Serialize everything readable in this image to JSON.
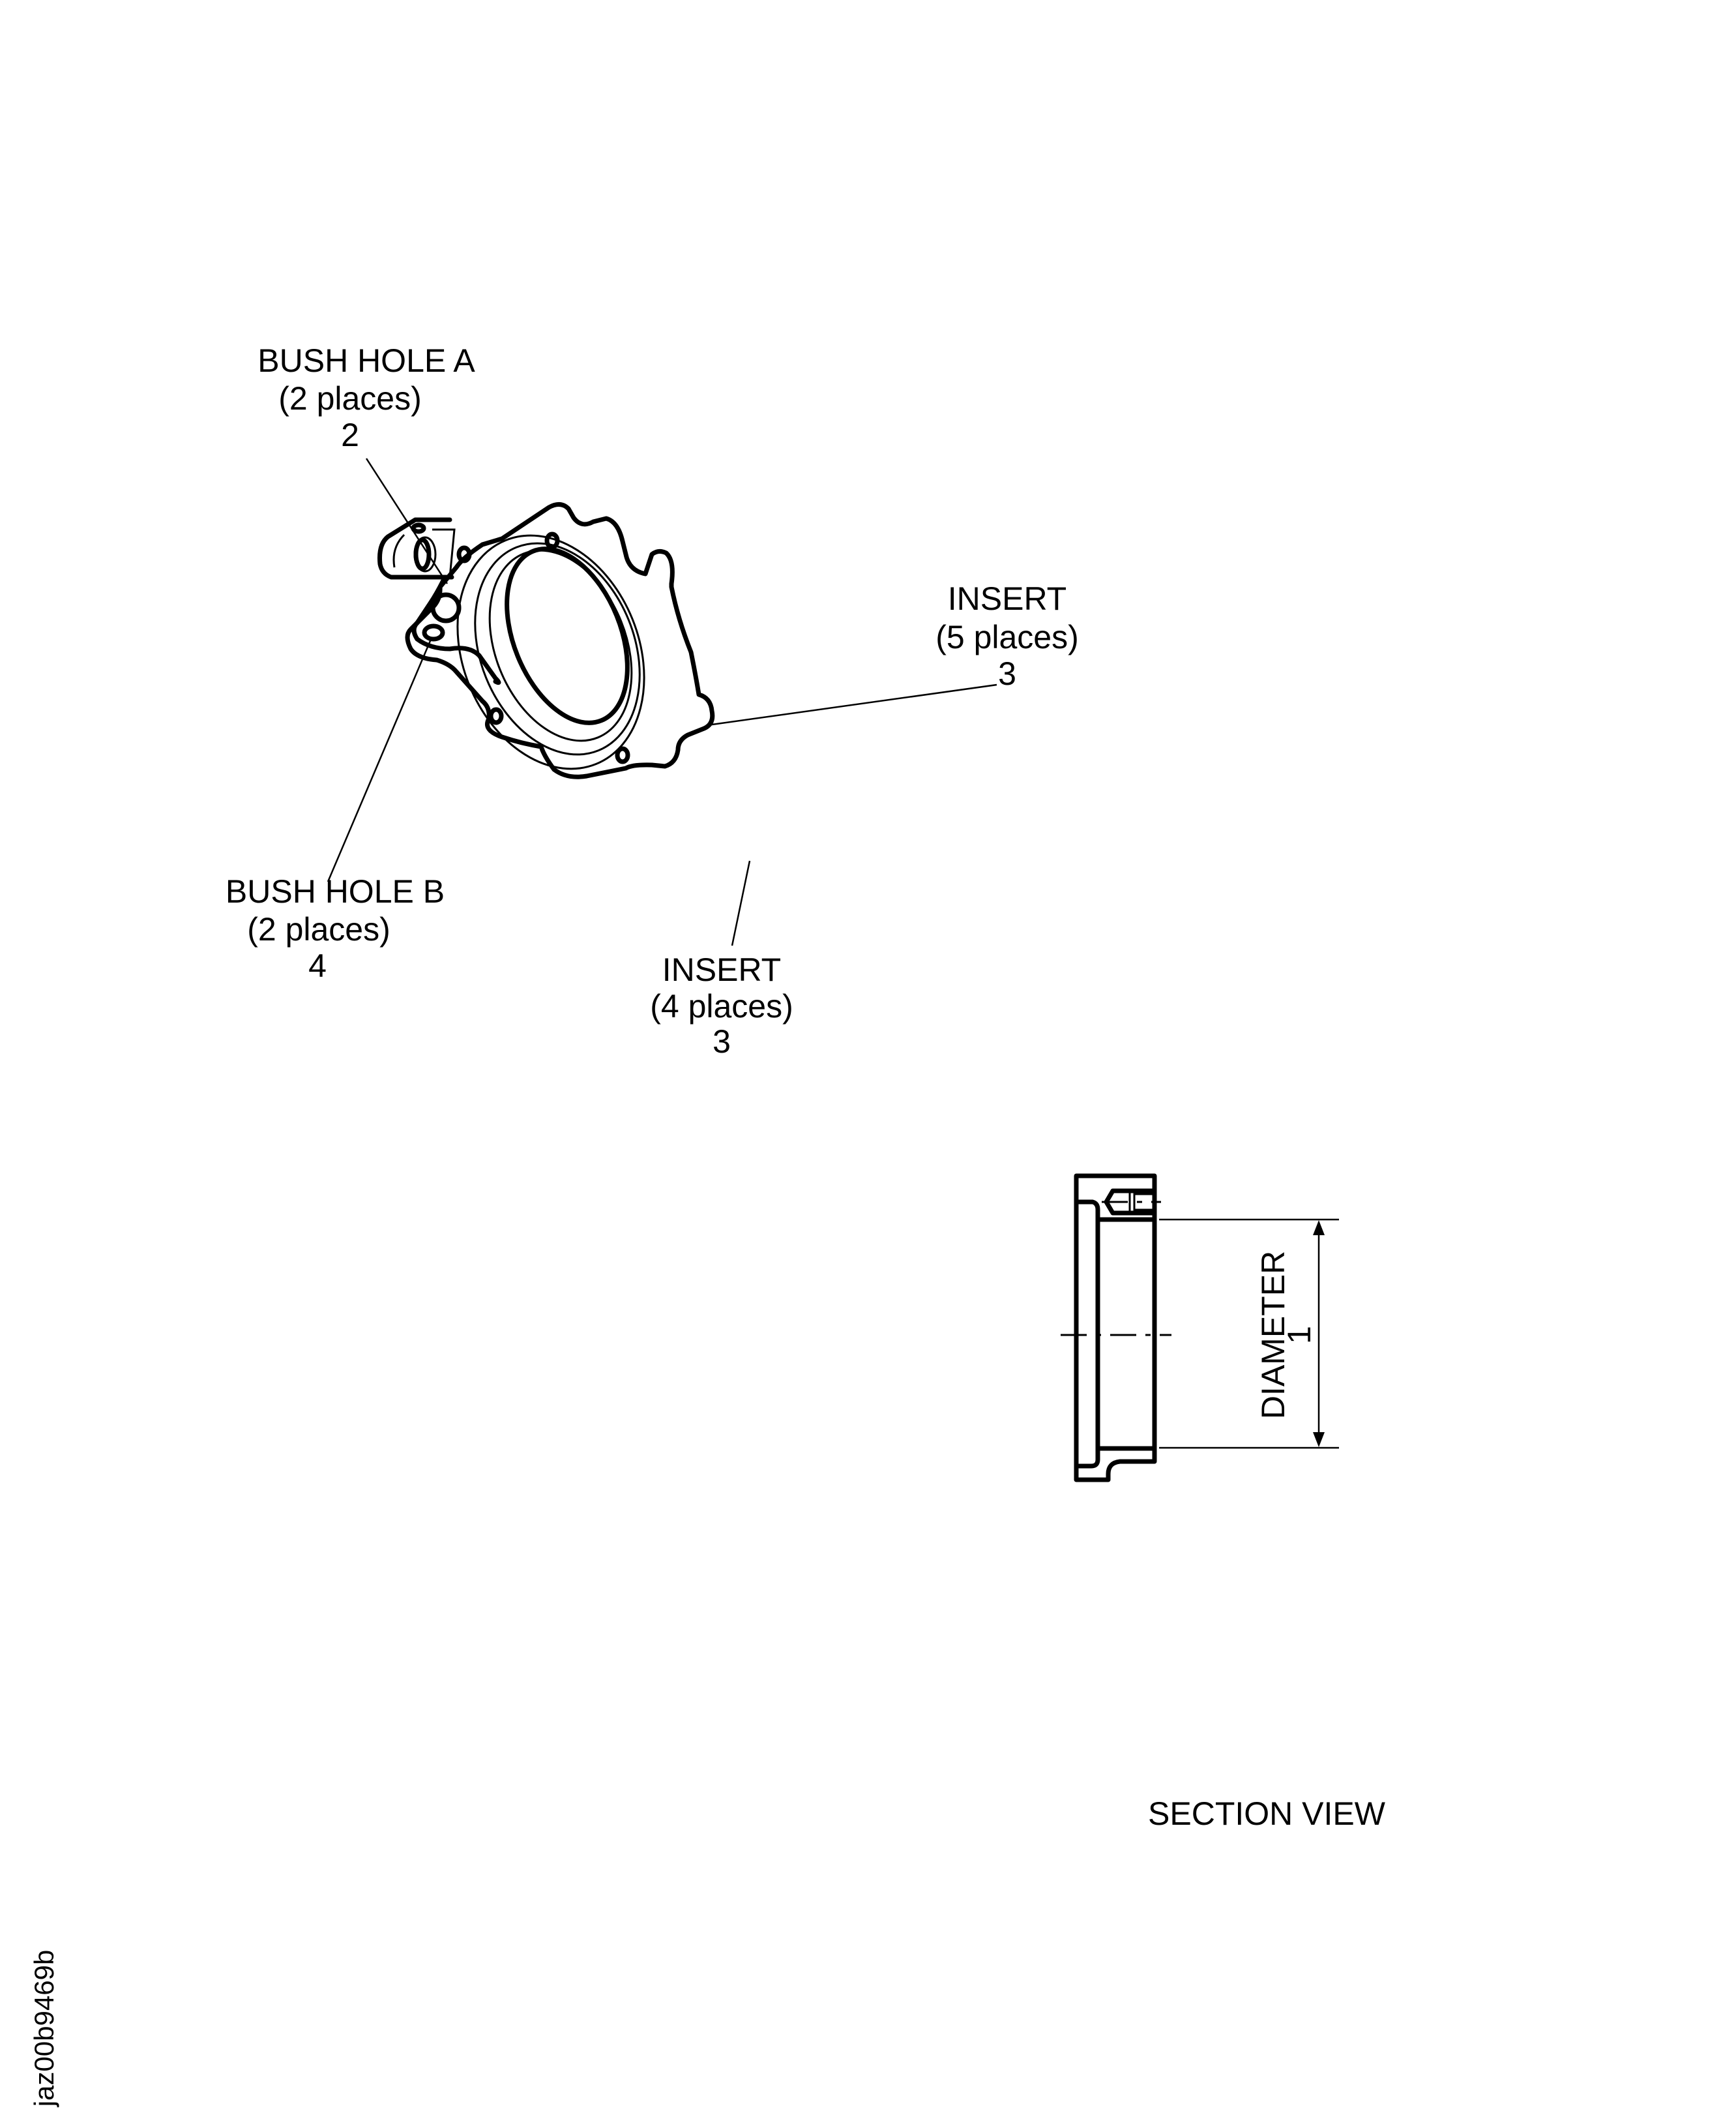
{
  "callouts": {
    "bush_hole_a": {
      "title": "BUSH HOLE A",
      "qty": "(2 places)",
      "ref": "2"
    },
    "insert_right": {
      "title": "INSERT",
      "qty": "(5 places)",
      "ref": "3"
    },
    "bush_hole_b": {
      "title": "BUSH HOLE B",
      "qty": "(2 places)",
      "ref": "4"
    },
    "insert_bottom": {
      "title": "INSERT",
      "qty": "(4 places)",
      "ref": "3"
    }
  },
  "section": {
    "dimension_label": "DIAMETER",
    "dimension_ref": "1",
    "caption": "SECTION VIEW"
  },
  "figure_id": "jaz00b9469b"
}
